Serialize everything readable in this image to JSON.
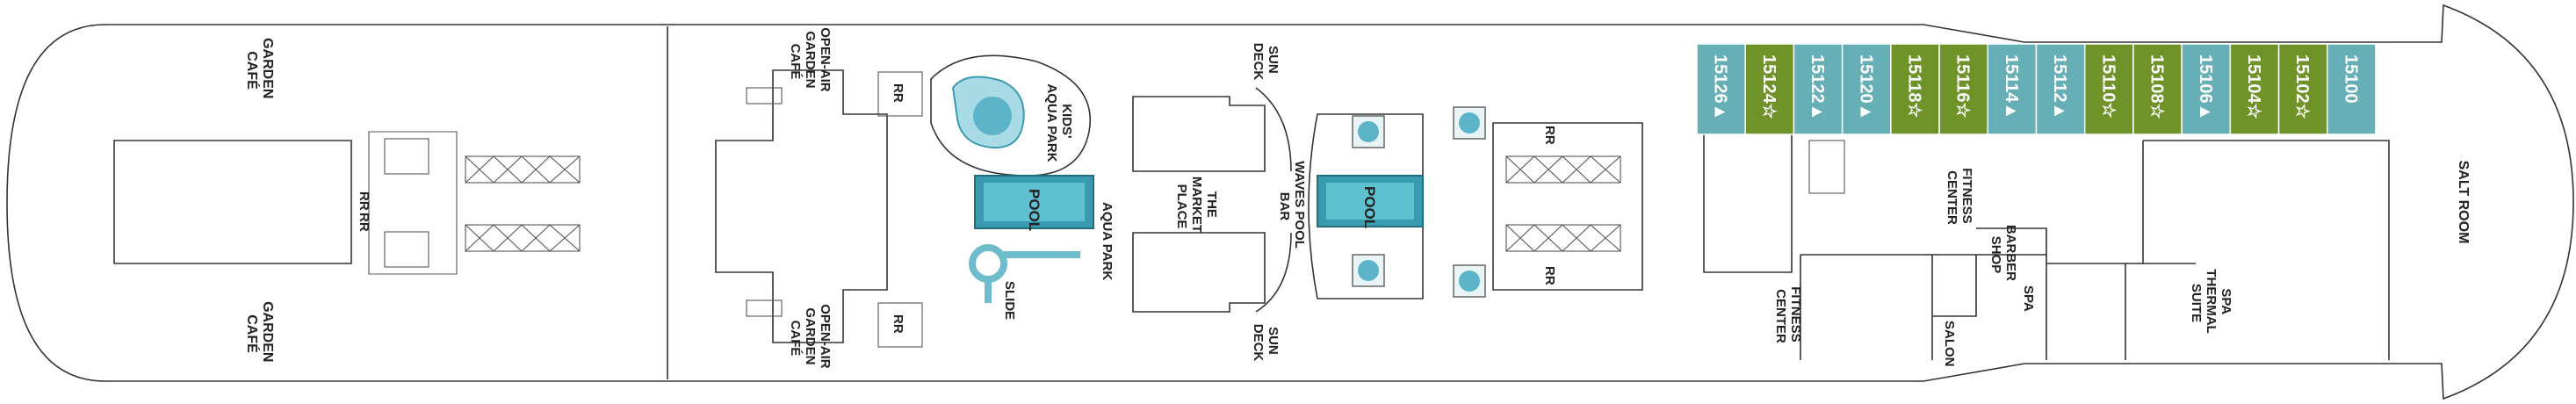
{
  "colors": {
    "cabin_green": "#6f9229",
    "cabin_teal": "#66afb6",
    "pool_blue": "#3a9bb0",
    "pool_light": "#a9dbe6",
    "outline": "#333333"
  },
  "labels": {
    "garden_cafe_top": [
      "GARDEN",
      "CAFÉ"
    ],
    "garden_cafe_bottom": [
      "GARDEN",
      "CAFÉ"
    ],
    "rr_center_1": "RR",
    "rr_center_2": "RR",
    "open_air_top": [
      "OPEN-AIR",
      "GARDEN",
      "CAFÉ"
    ],
    "open_air_bottom": [
      "OPEN-AIR",
      "GARDEN",
      "CAFÉ"
    ],
    "rr_aft_top": "RR",
    "rr_aft_bottom": "RR",
    "kids_aqua_park": [
      "KIDS'",
      "AQUA PARK"
    ],
    "pool_1": "POOL",
    "aqua_park": "AQUA PARK",
    "slide": "SLIDE",
    "sun_deck_top": [
      "SUN",
      "DECK"
    ],
    "sun_deck_bottom": [
      "SUN",
      "DECK"
    ],
    "market_place": [
      "THE",
      "MARKET",
      "PLACE"
    ],
    "waves_pool_bar": [
      "WAVES POOL",
      "BAR"
    ],
    "pool_2": "POOL",
    "rr_mid_top": "RR",
    "rr_mid_bottom": "RR",
    "fitness_center_top": [
      "FITNESS",
      "CENTER"
    ],
    "fitness_center_bottom": [
      "FITNESS",
      "CENTER"
    ],
    "barber_shop": [
      "BARBER",
      "SHOP"
    ],
    "spa": "SPA",
    "salon": "SALON",
    "spa_thermal_suite": [
      "SPA",
      "THERMAL",
      "SUITE"
    ],
    "salt_room": "SALT ROOM"
  },
  "cabins": [
    {
      "number": "15126",
      "symbol": "▲",
      "type": "teal"
    },
    {
      "number": "15124",
      "symbol": "☆",
      "type": "green"
    },
    {
      "number": "15122",
      "symbol": "▲",
      "type": "teal"
    },
    {
      "number": "15120",
      "symbol": "▲",
      "type": "teal"
    },
    {
      "number": "15118",
      "symbol": "☆",
      "type": "green"
    },
    {
      "number": "15116",
      "symbol": "☆",
      "type": "green"
    },
    {
      "number": "15114",
      "symbol": "▲",
      "type": "teal"
    },
    {
      "number": "15112",
      "symbol": "▲",
      "type": "teal"
    },
    {
      "number": "15110",
      "symbol": "☆",
      "type": "green"
    },
    {
      "number": "15108",
      "symbol": "☆",
      "type": "green"
    },
    {
      "number": "15106",
      "symbol": "▲",
      "type": "teal"
    },
    {
      "number": "15104",
      "symbol": "☆",
      "type": "green"
    },
    {
      "number": "15102",
      "symbol": "☆",
      "type": "green"
    },
    {
      "number": "15100",
      "symbol": "",
      "type": "teal"
    }
  ]
}
